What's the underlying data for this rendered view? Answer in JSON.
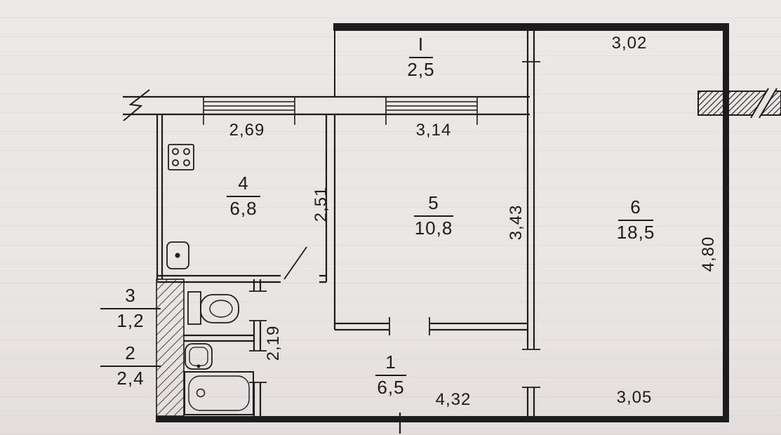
{
  "rooms": {
    "balcony": {
      "number": "I",
      "area": "2,5"
    },
    "hall": {
      "number": "1",
      "area": "6,5"
    },
    "bathroom": {
      "number": "2",
      "area": "2,4"
    },
    "toilet": {
      "number": "3",
      "area": "1,2"
    },
    "kitchen": {
      "number": "4",
      "area": "6,8"
    },
    "room5": {
      "number": "5",
      "area": "10,8"
    },
    "room6": {
      "number": "6",
      "area": "18,5"
    }
  },
  "dimensions": {
    "top_right_width": "3,02",
    "kitchen_window_width": "2,69",
    "room5_window_width": "3,14",
    "kitchen_depth": "2,51",
    "room5_depth": "3,43",
    "room6_depth": "4,80",
    "corridor_depth": "2,19",
    "hall_width": "4,32",
    "room6_width": "3,05"
  },
  "fixtures": [
    "stove",
    "kitchen-sink",
    "toilet",
    "washbasin",
    "bathtub"
  ],
  "colors": {
    "paper": "#e9e5e3",
    "ink": "#1c1c1c"
  }
}
